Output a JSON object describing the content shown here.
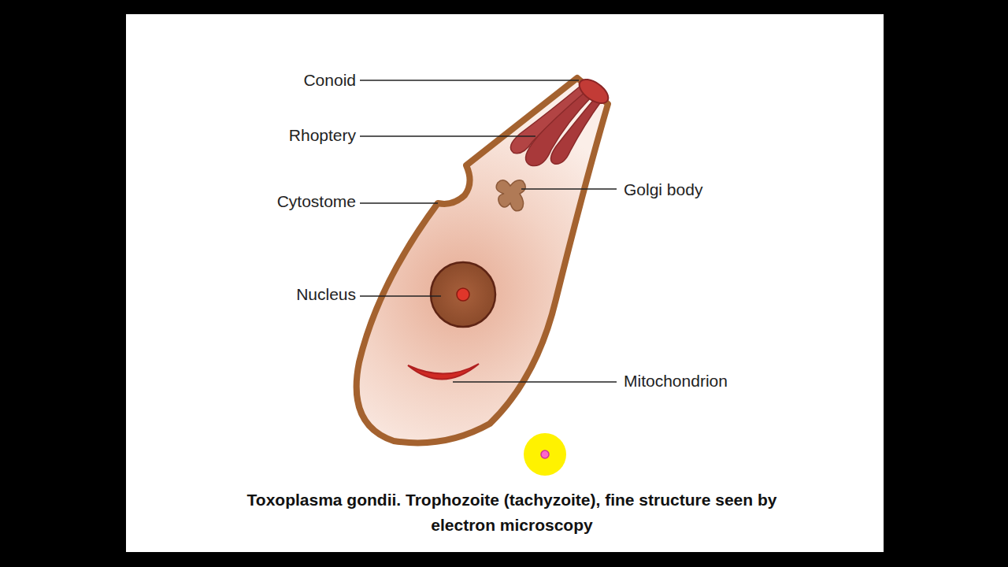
{
  "diagram": {
    "caption": "Toxoplasma gondii. Trophozoite (tachyzoite), fine structure seen by electron microscopy",
    "labels": [
      "Conoid",
      "Rhoptery",
      "Golgi body",
      "Cytostome",
      "Nucleus",
      "Mitochondrion"
    ]
  }
}
